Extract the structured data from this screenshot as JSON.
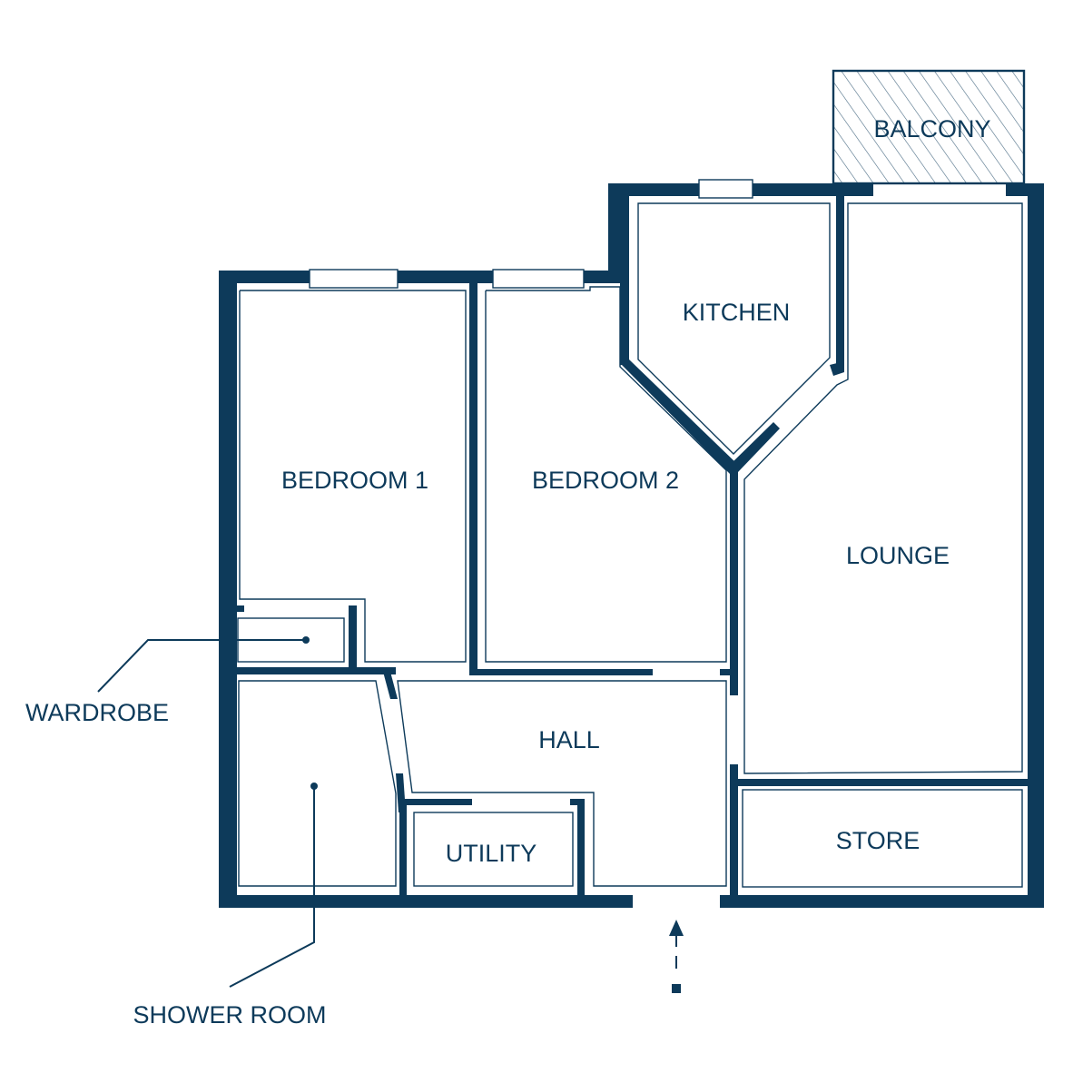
{
  "rooms": {
    "balcony": "BALCONY",
    "kitchen": "KITCHEN",
    "bedroom_1": "BEDROOM 1",
    "bedroom_2": "BEDROOM 2",
    "lounge": "LOUNGE",
    "hall": "HALL",
    "store": "STORE",
    "utility": "UTILITY",
    "wardrobe": "WARDROBE",
    "shower_room": "SHOWER ROOM"
  },
  "colors": {
    "wall": "#0d3a5a",
    "background": "#ffffff"
  },
  "icons": {
    "entrance": "entrance-arrow-icon",
    "hatch": "hatch-pattern"
  }
}
